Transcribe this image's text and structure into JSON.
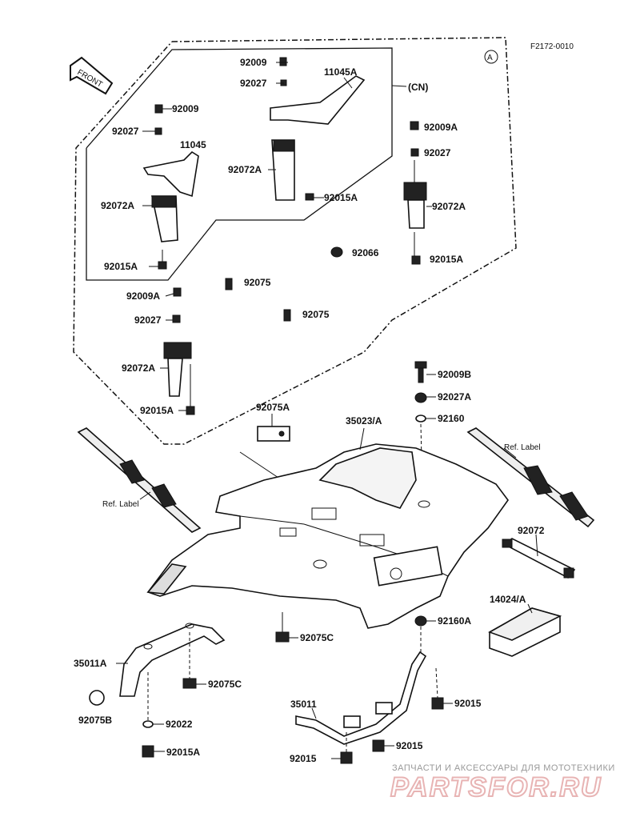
{
  "diagram_code": "F2172-0010",
  "variant_mark": "A",
  "front_label": "FRONT",
  "cn_label": "(CN)",
  "ref_label": "Ref. Label",
  "watermark": {
    "top": "ЗАПЧАСТИ И АКСЕССУАРЫ ДЛЯ МОТОТЕХНИКИ",
    "brand": "PARTSFOR.RU"
  },
  "callouts": {
    "p92009_a": "92009",
    "p92027_a": "92027",
    "p11045A": "11045A",
    "p92072A_a": "92072A",
    "p92015A_a": "92015A",
    "p92009_b": "92009",
    "p92027_b": "92027",
    "p11045": "11045",
    "p92072A_b": "92072A",
    "p92015A_b": "92015A",
    "p92009A_r": "92009A",
    "p92027_r": "92027",
    "p92072A_r": "92072A",
    "p92015A_r": "92015A",
    "p92066": "92066",
    "p92075_a": "92075",
    "p92075_b": "92075",
    "p92009A_l": "92009A",
    "p92027_l": "92027",
    "p92072A_l": "92072A",
    "p92015A_l": "92015A",
    "p92009B": "92009B",
    "p92027A": "92027A",
    "p92160": "92160",
    "p92075A": "92075A",
    "p35023A": "35023/A",
    "p92072": "92072",
    "p14024A": "14024/A",
    "p92160A": "92160A",
    "p92075C_a": "92075C",
    "p35011A": "35011A",
    "p92075C_b": "92075C",
    "p92075B": "92075B",
    "p92022": "92022",
    "p92015A_bottom": "92015A",
    "p35011": "35011",
    "p92015_a": "92015",
    "p92015_b": "92015",
    "p92015_c": "92015"
  }
}
